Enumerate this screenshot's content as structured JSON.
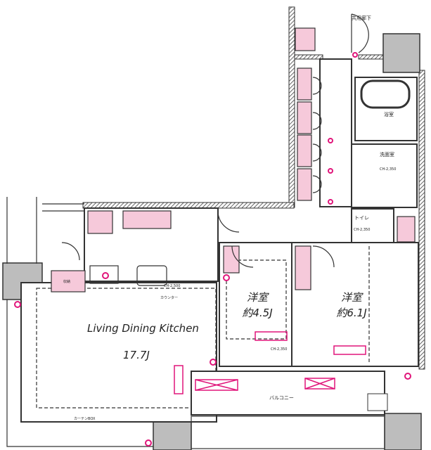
{
  "floorplan": {
    "common_corridor": "共用廊下",
    "ldk": {
      "name": "Living Dining Kitchen",
      "size": "17.7J"
    },
    "bedroom_1": {
      "name": "洋室",
      "size": "約4.5J"
    },
    "bedroom_2": {
      "name": "洋室",
      "size": "約6.1J"
    },
    "bath": "浴室",
    "washroom": "洗面室",
    "toilet": "トイレ",
    "balcony": "バルコニー",
    "storage": "収納",
    "ceiling_height_ldk": "CH-2,500",
    "ceiling_height_bed": "CH-2,350",
    "ceiling_height_wash": "CH-2,350",
    "ceiling_height_toilet": "CH-2,350",
    "curtain_box": "カーテンBOX",
    "counter": "カウンター",
    "accent_color": "#e0157a",
    "storage_color": "#f6c9da"
  }
}
